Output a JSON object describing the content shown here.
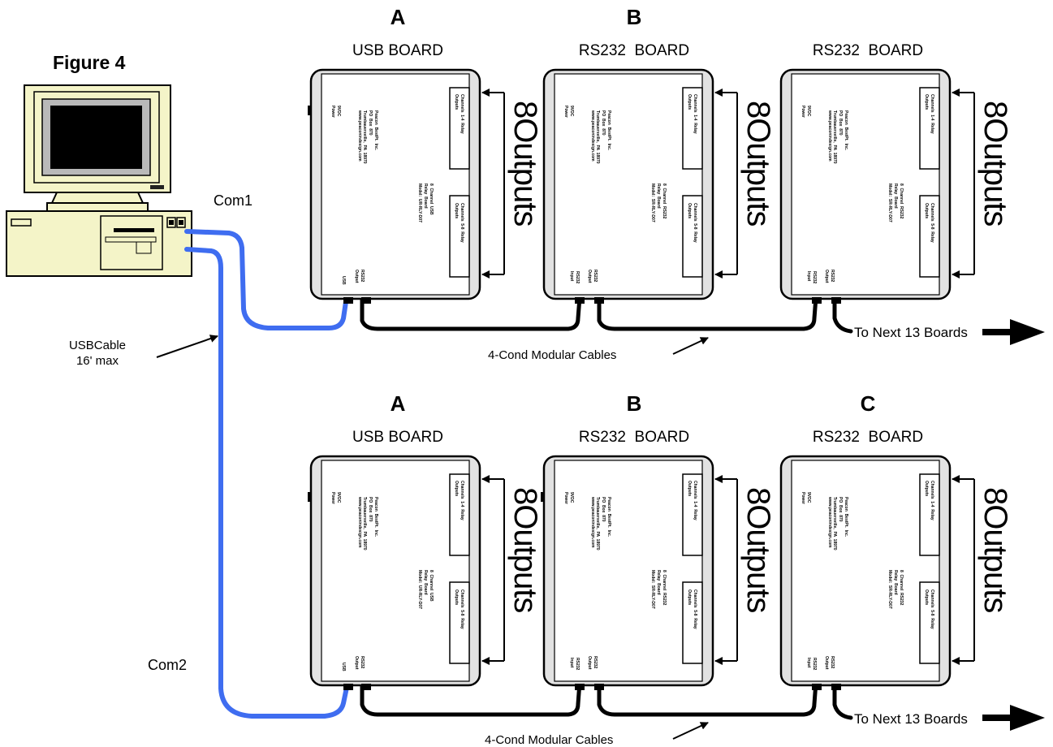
{
  "figure_title": "Figure 4",
  "com1": "Com1",
  "com2": "Com2",
  "usb_cable_label": [
    "USBCable",
    "16' max"
  ],
  "modular_cables_label": "4-Cond Modular Cables",
  "to_next": "To Next 13 Boards",
  "outputs_label": "8Outputs",
  "row1": [
    {
      "letter": "A",
      "type": "USB BOARD"
    },
    {
      "letter": "B",
      "type": "RS232  BOARD"
    },
    {
      "letter": "",
      "type": "RS232  BOARD"
    }
  ],
  "row2": [
    {
      "letter": "A",
      "type": "USB BOARD"
    },
    {
      "letter": "B",
      "type": "RS232  BOARD"
    },
    {
      "letter": "C",
      "type": "RS232  BOARD"
    }
  ],
  "board_text": {
    "power": "9VDC\nPower",
    "usb_port": "USB",
    "rs232_input": "RS232\nInput",
    "rs232_output": "RS232\nOutput",
    "relay_1_4": "Channels  1-4  Relay\nOutputs",
    "relay_5_8": "Channels  5-8  Relay\nOutputs",
    "company": "Peacon  BestPt.  Inc.\nPO  Box  870\nTrumbauersville,  PA  18970\nwww.peaconindesign.com",
    "model_usb": "8  Channel  USB\nRelay  Board\nModel:  UR-RLY-D07",
    "model_rs232": "8  Channel  RS232\nRelay  Board\nModel:  SR-RLY-D07"
  },
  "colors": {
    "usb_cable": "#3f6df0",
    "modular_cable": "#000000",
    "board_shell": "#e2e2e2"
  }
}
